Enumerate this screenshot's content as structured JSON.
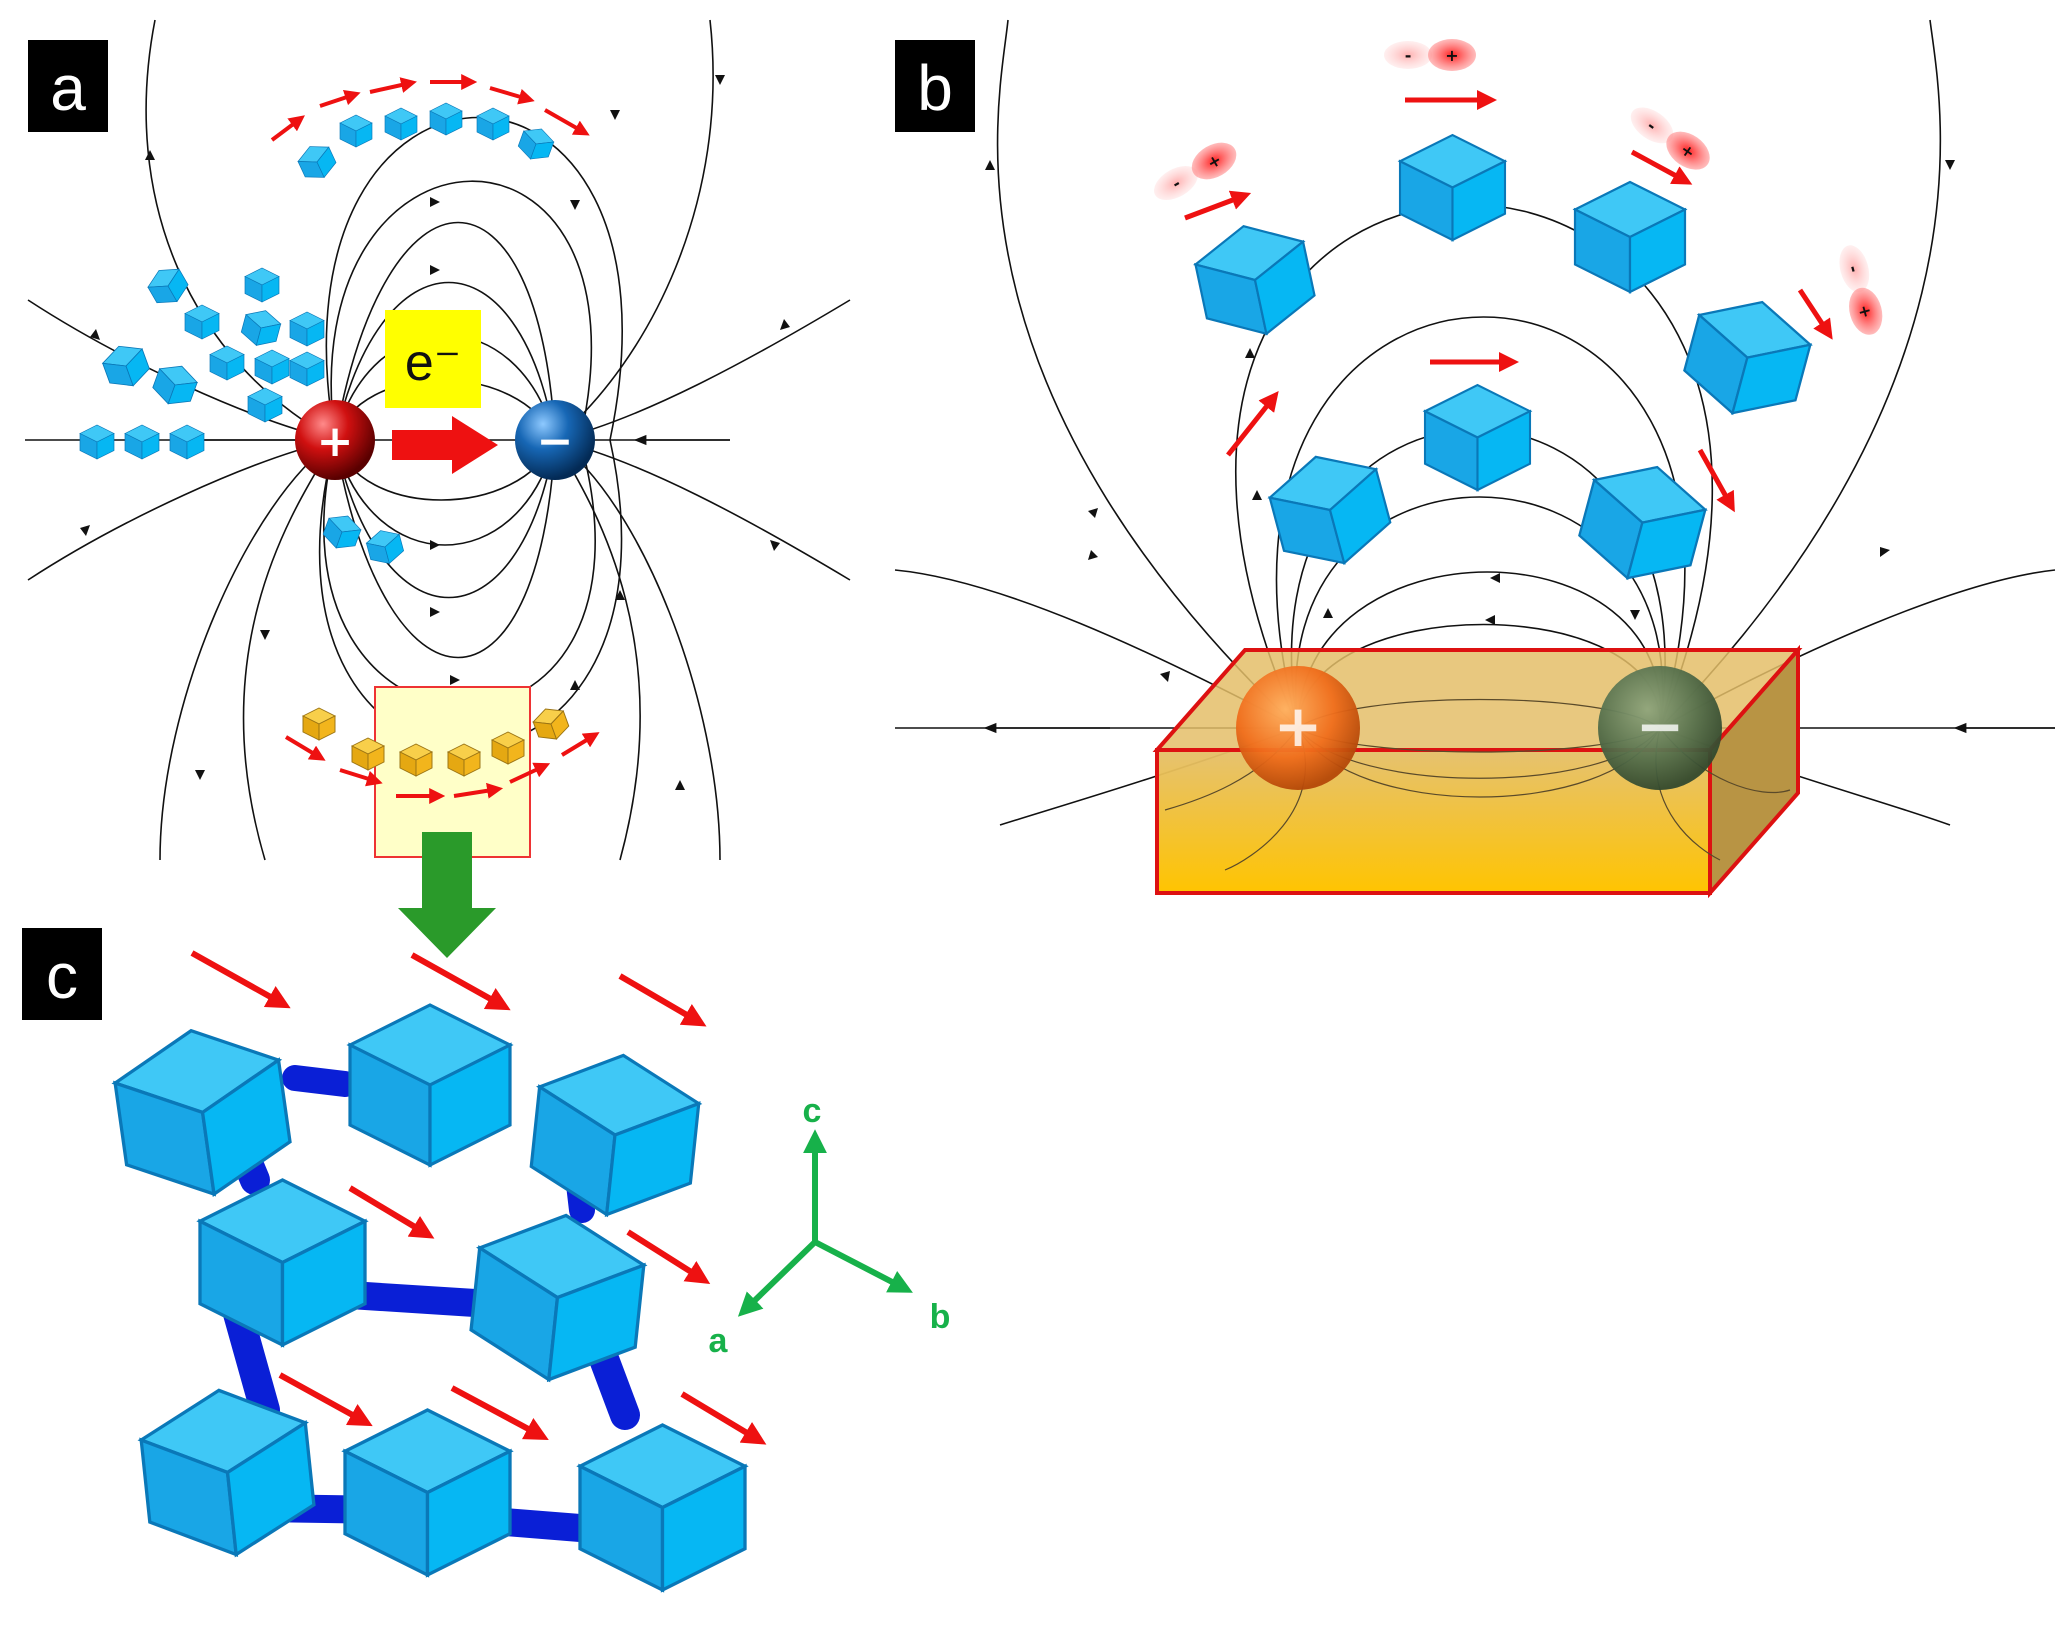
{
  "panels": {
    "a": {
      "label": "a",
      "electron_label": "e⁻",
      "positive_symbol": "+",
      "negative_symbol": "−"
    },
    "b": {
      "label": "b",
      "positive_symbol": "+",
      "negative_symbol": "−"
    },
    "c": {
      "label": "c"
    }
  },
  "axes": {
    "c": "c",
    "a": "a",
    "b": "b"
  },
  "orbital_signs": {
    "minus": "-",
    "plus": "+"
  },
  "colors": {
    "field_lines": "#111111",
    "arrows": "#ee1111",
    "cubes": "#1eb4ef",
    "cubes_gold": "#f2b51c",
    "linkers": "#0a1fd6",
    "axes": "#17b14a",
    "electron_box": "#ffff00",
    "highlight_box": "#ffffc8",
    "slab": "#f4b92c"
  },
  "icons": [
    "positive-charge-icon",
    "negative-charge-icon",
    "dipole-orbital-icon",
    "cube-icon",
    "down-arrow-icon"
  ]
}
